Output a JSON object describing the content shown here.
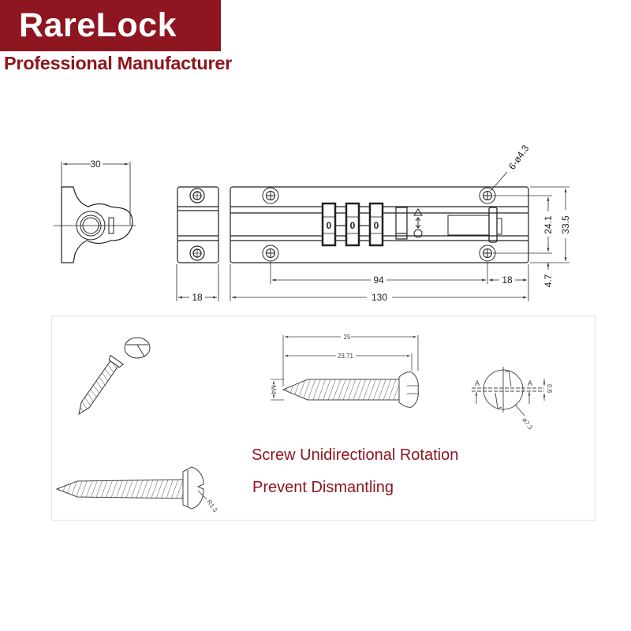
{
  "brand": {
    "logo_text": "RareLock",
    "tagline": "Professional Manufacturer",
    "brand_color": "#8e1620"
  },
  "technical_drawing": {
    "side_view": {
      "width_dim": "30"
    },
    "end_view": {
      "width_dim": "18"
    },
    "front_view": {
      "hole_callout": "6-ø4.3",
      "hole_spacing": "94",
      "edge_to_hole": "18",
      "overall_length": "130",
      "inner_height": "24.1",
      "overall_height": "33.5",
      "bottom_offset": "4.7",
      "dial_digits": [
        "0",
        "0",
        "0"
      ]
    },
    "screw_detail": {
      "overall_length": "25",
      "thread_length": "23.71",
      "thread_size": "M4",
      "head_diameter": "ø7.3",
      "slot_width": "0.8",
      "section_label_left": "A",
      "section_label_right": "A",
      "head_radius": "R1.3"
    }
  },
  "captions": {
    "line1": "Screw Unidirectional Rotation",
    "line2": "Prevent Dismantling",
    "color": "#8e1620"
  }
}
